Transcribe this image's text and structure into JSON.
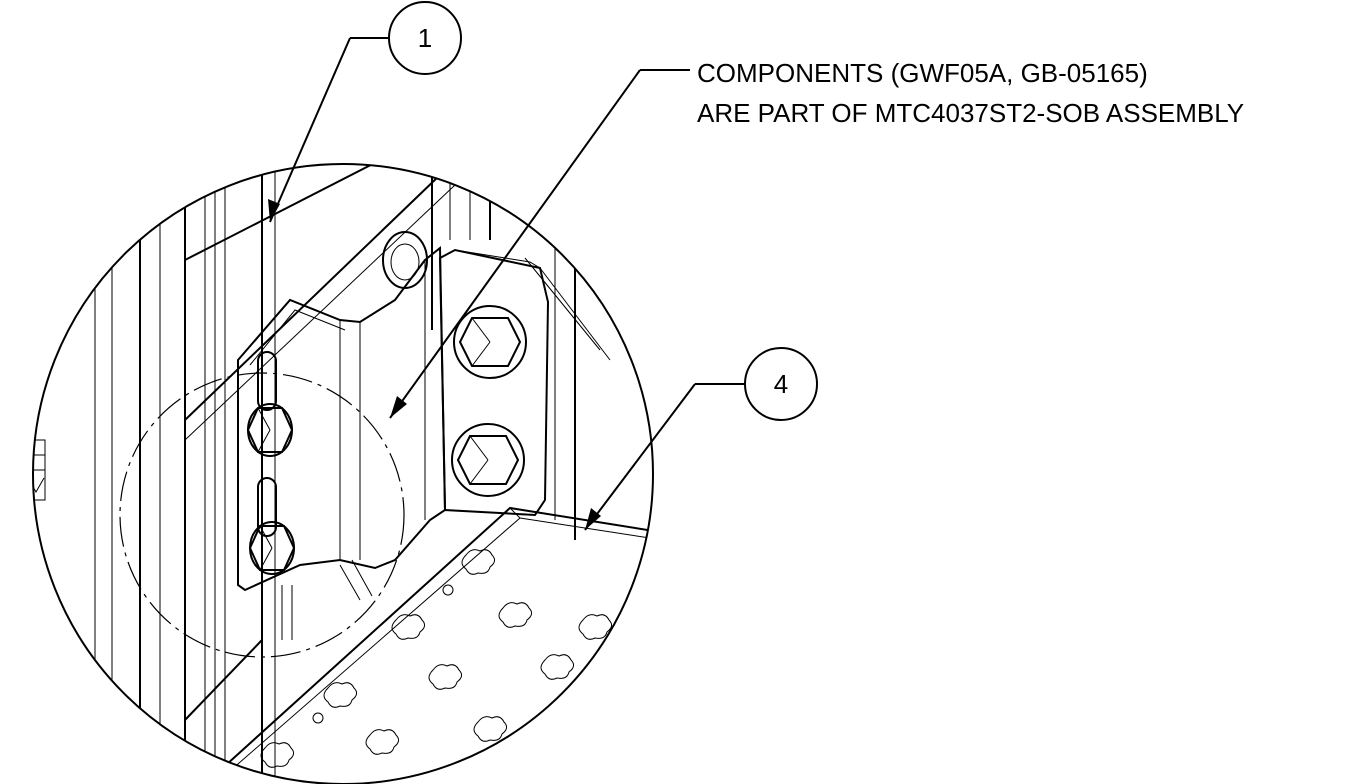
{
  "drawing": {
    "note": {
      "line1": "COMPONENTS (GWF05A, GB-05165)",
      "line2": "ARE PART OF MTC4037ST2-SOB ASSEMBLY"
    },
    "balloons": [
      {
        "label": "1"
      },
      {
        "label": "4"
      }
    ]
  }
}
